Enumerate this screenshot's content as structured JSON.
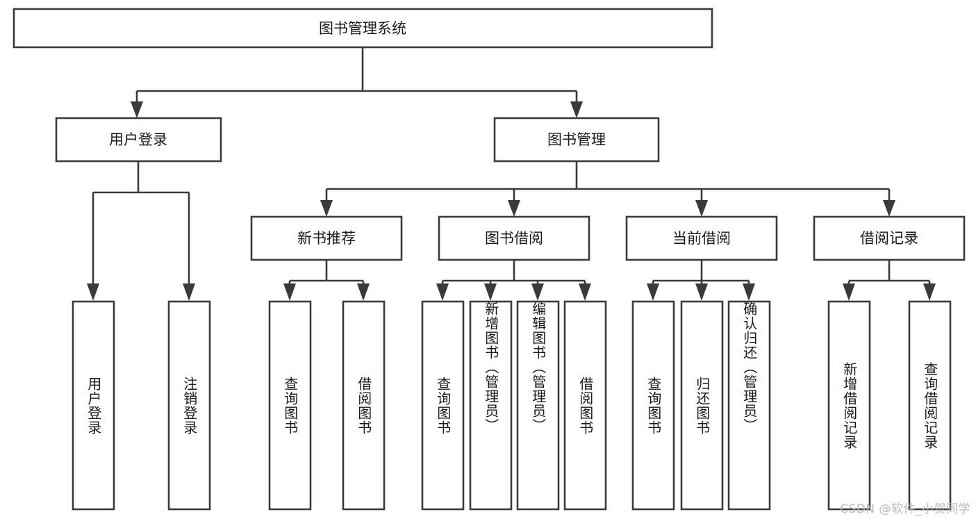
{
  "diagram": {
    "title": "图书管理系统",
    "type": "tree-hierarchy-chart",
    "colors": {
      "box_stroke": "#3a3a3a",
      "box_fill": "#ffffff",
      "text": "#1a1a1a",
      "background": "#ffffff",
      "watermark": "#b9b9b9"
    },
    "root": {
      "label": "图书管理系统"
    },
    "level1": [
      {
        "label": "用户登录"
      },
      {
        "label": "图书管理"
      }
    ],
    "level2": [
      {
        "label": "新书推荐"
      },
      {
        "label": "图书借阅"
      },
      {
        "label": "当前借阅"
      },
      {
        "label": "借阅记录"
      }
    ],
    "leaves": {
      "user_login": [
        {
          "label": "用户登录"
        },
        {
          "label": "注销登录"
        }
      ],
      "new_book_recommend": [
        {
          "label": "查询图书"
        },
        {
          "label": "借阅图书"
        }
      ],
      "book_borrow": [
        {
          "label": "查询图书"
        },
        {
          "label": "新增图书（管理员）"
        },
        {
          "label": "编辑图书（管理员）"
        },
        {
          "label": "借阅图书"
        }
      ],
      "current_borrow": [
        {
          "label": "查询图书"
        },
        {
          "label": "归还图书"
        },
        {
          "label": "确认归还（管理员）"
        }
      ],
      "borrow_record": [
        {
          "label": "新增借阅记录"
        },
        {
          "label": "查询借阅记录"
        }
      ]
    },
    "watermark": "CSDN @软件_小贺同学"
  }
}
